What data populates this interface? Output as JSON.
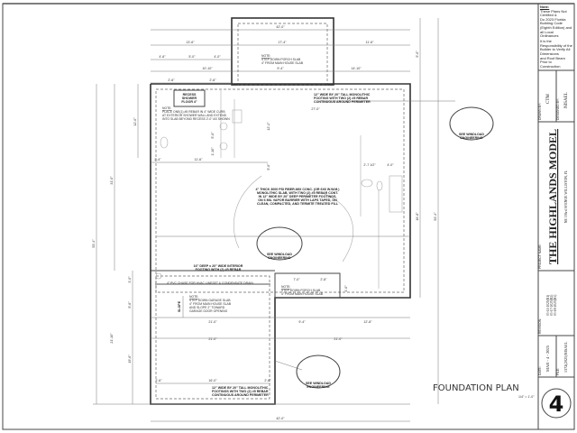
{
  "sheet_title": {
    "title": "FOUNDATION PLAN",
    "scale": "1/4\" = 1'-0\""
  },
  "title_block": {
    "notes": [
      "Note:",
      "These Plans Not Certified &",
      "Do 2023 Florida Building Code",
      "(Eighth Edition) and all Local",
      "Ordinances",
      "It is the Responsibility of the",
      "Builder to Verify All Dimensions",
      "and Roof Beam Prior to",
      "Construction"
    ],
    "drawn_by_label": "DRAWN BY:",
    "drawn_by": "CTM",
    "designed_by_label": "DESIGNED BY:",
    "designed_by": "NISAEL",
    "project_label": "PROJECT NAME:",
    "project_name": "THE HIGHLANDS MODEL",
    "address": "NE 193rd AVENUE WILLISTON, FL",
    "revision_label": "REVISION:",
    "revisions": [
      "03-11-2025(R1)",
      "03-17-2025(R2)",
      "03-18-2025(R3)"
    ],
    "date_label": "DATE:",
    "date": "MAR - 4 - 2025",
    "file_label": "FILE:",
    "file": "1372(2025)NISAEL",
    "sheet_number": "4"
  },
  "notes": {
    "top_porch": [
      "NOTE:",
      "STEP DOWN PORCH SLAB",
      "4\" FROM MAIN HOUSE SLAB"
    ],
    "shower_recess": [
      "RECESS",
      "SHOWER",
      "FLOOR 4\""
    ],
    "shower_rebar": [
      "NOTE:",
      "PLACE ONE(1) #5 REBAR IN 4\" WIDE CURB",
      "AT EXTERIOR SHOWER WALL AND EXTEND",
      "INTO SLAB BEYOND RECESS 2'-0\" AS SHOWN"
    ],
    "perimeter_footing": [
      "12\" WIDE BY 20\" TALL MONOLITHIC",
      "FOOTING WITH TWO (2) #5 REBAR",
      "CONTINUOUS AROUND PERIMETER"
    ],
    "slab": [
      "4\" THICK 3000 PSI FIBER-MIX CONC. (OR 6X6 W.W.M.)",
      "MONOLITHIC SLAB, WITH TWO (2) #5 REBAR CONT.",
      "IN 12\" WIDE BY 20\" DEEP PERIMETER FOOTINGS,",
      "ON 6 MIL VAPOR BARRIER WITH LAPS TAPED, ON",
      "CLEAN, COMPACTED, AND TERMITE TREATED FILL"
    ],
    "interior_footing": [
      "16\" DEEP x 20\" WIDE INTERIOR",
      "FOOTING WITH (2) #5 REBAR"
    ],
    "pvc_chase": "4\" PVC CHASE FOR HVAC LINESET & CONDENSATE DRAIN",
    "garage": [
      "NOTE:",
      "STEP DOWN GARAGE SLAB",
      "4\" FROM MAIN HOUSE SLAB",
      "AND SLOPE 2\" TOWARD",
      "GARAGE DOOR OPENING"
    ],
    "slope": "SLOPE",
    "rear_porch": [
      "NOTE:",
      "STEP DOWN PORCH SLAB",
      "4\" FROM MAIN HOUSE SLAB"
    ],
    "garage_footing": [
      "12\" WIDE BY 20\" TALL MONOLITHIC",
      "FOOTINGS WITH TWO (2) #5 REBAR",
      "CONTINUOUS AROUND PERIMETER"
    ],
    "see_windload": [
      "SEE WINDLOAD",
      "ENGINEERING"
    ]
  },
  "dimensions": {
    "top_overall": "42'-0\"",
    "top_row": [
      "13'-6\"",
      "17'-4\"",
      "11'-6\""
    ],
    "top_row2": [
      "4'-6\"",
      "5'-0\"",
      "4'-0\""
    ],
    "top_row3": [
      "10'-10\"",
      "9'-4\"",
      "14'-10\""
    ],
    "shower": [
      "2'-6\"",
      "2'-6\""
    ],
    "porch_depth": "5'-0\"",
    "right_overall": "53'-4\"",
    "right_house": "16'-8\"",
    "bath": [
      "12'-0\"",
      "5'-0\"",
      "1'-10\"",
      "2'-4\"",
      "11'-6\"",
      "27'-0\"",
      "12'-2\"",
      "5'-0\"",
      "2'-7 1/2\"",
      "4'-0\""
    ],
    "left": [
      "31'-0\"",
      "53'-4\"",
      "21'-10\"",
      "19'-6\"",
      "3'-0\"",
      "5'-6\""
    ],
    "rear_porch": [
      "7'-0\"",
      "2'-8\"",
      "4'-0\""
    ],
    "mid_row": [
      "21'-0\"",
      "9'-4\"",
      "12'-8\""
    ],
    "garage_row": [
      "21'-0\"",
      "21'-0\""
    ],
    "garage_door": [
      "2'-6\"",
      "16'-0\"",
      "2'-6\""
    ],
    "bottom_overall": "42'-0\""
  }
}
